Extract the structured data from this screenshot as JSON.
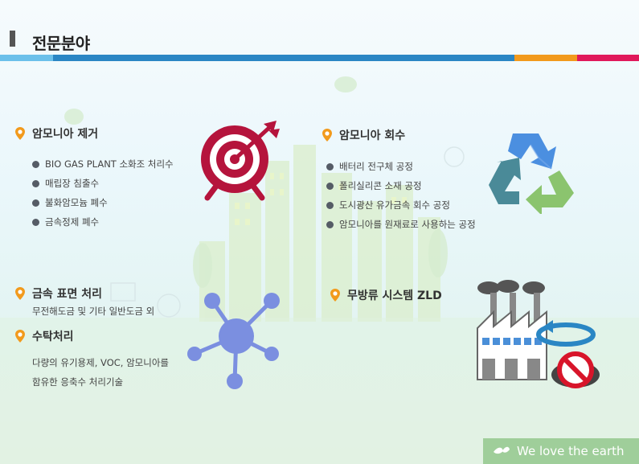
{
  "header": {
    "title": "전문분야"
  },
  "sections": {
    "ammonia_removal": {
      "title": "암모니아 제거",
      "items": [
        "BIO GAS PLANT 소화조 처리수",
        "매립장 침출수",
        "불화암모늄 폐수",
        "금속정제 폐수"
      ]
    },
    "ammonia_recovery": {
      "title": "암모니아 회수",
      "items": [
        "배터리 전구체 공정",
        "폴리실리콘 소재 공정",
        "도시광산 유가금속 회수 공정",
        "암모니아를 원재료로 사용하는 공정"
      ]
    },
    "metal_surface": {
      "title": "금속 표면 처리",
      "description": "무전해도금 및  기타 일반도금 외"
    },
    "stripping": {
      "title": "수탁처리",
      "lines": [
        "다량의 유기용제, VOC, 암모니아를",
        "함유한 응축수 처리기술"
      ]
    },
    "zld": {
      "title": "무방류 시스템 ZLD"
    }
  },
  "footer": {
    "text": "We love the earth"
  },
  "icons": {
    "target": "target-icon",
    "recycle": "recycle-icon",
    "network": "network-icon",
    "factory": "factory-icon",
    "pin": "location-pin-icon",
    "leaf": "leaf-icon"
  },
  "colors": {
    "pin": "#f29a1c",
    "target": "#b5143c",
    "stripe_light": "#6bc0ea",
    "stripe_blue": "#2a86c4",
    "stripe_orange": "#f29a1c",
    "stripe_pink": "#e0195b",
    "footer": "#9fce9a"
  }
}
